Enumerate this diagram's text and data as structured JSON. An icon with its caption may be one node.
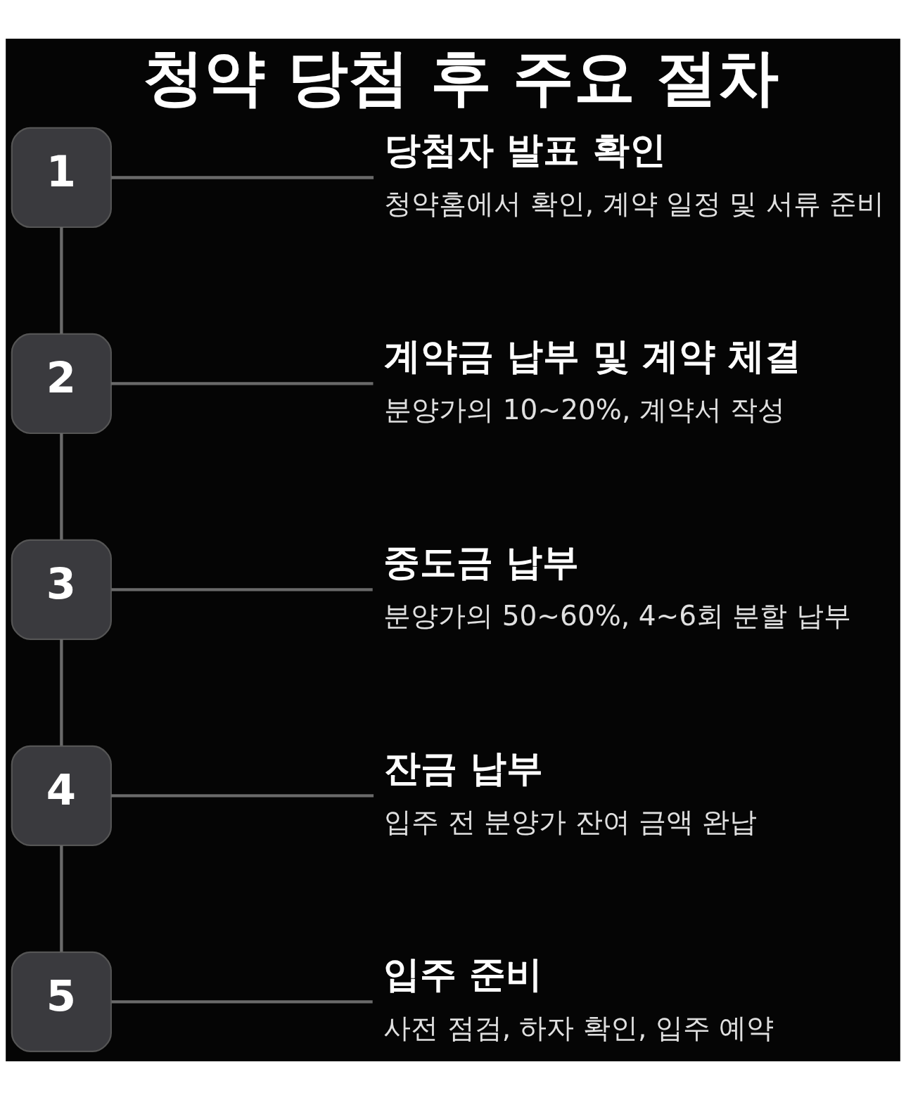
{
  "diagram": {
    "title": "청약 당첨 후 주요 절차",
    "nodes": [
      {
        "text": [
          "1"
        ]
      },
      {
        "text": [
          "당첨자 발표 확인",
          "청약홈에서 확인, 계약 일정 및 서류 준비"
        ]
      },
      {
        "text": [
          "2"
        ]
      },
      {
        "text": [
          "계약금 납부 및 계약 체결",
          "분양가의 10~20%, 계약서 작성"
        ]
      },
      {
        "text": [
          "3"
        ]
      },
      {
        "text": [
          "중도금 납부",
          "분양가의 50~60%, 4~6회 분할 납부"
        ]
      },
      {
        "text": [
          "4"
        ]
      },
      {
        "text": [
          "잔금 납부",
          "입주 전 분양가 잔여 금액 완납"
        ]
      },
      {
        "text": [
          "5"
        ]
      },
      {
        "text": [
          "입주 준비",
          "사전 점검, 하자 확인, 입주 예약"
        ]
      }
    ],
    "edges": [
      {
        "from": 0,
        "to": 1,
        "arrow": "none"
      },
      {
        "from": 0,
        "to": 2,
        "arrow": "none"
      },
      {
        "from": 2,
        "to": 3,
        "arrow": "none"
      },
      {
        "from": 2,
        "to": 4,
        "arrow": "none"
      },
      {
        "from": 4,
        "to": 5,
        "arrow": "none"
      },
      {
        "from": 4,
        "to": 6,
        "arrow": "none"
      },
      {
        "from": 6,
        "to": 7,
        "arrow": "none"
      },
      {
        "from": 6,
        "to": 8,
        "arrow": "none"
      },
      {
        "from": 8,
        "to": 9,
        "arrow": "none"
      }
    ]
  }
}
